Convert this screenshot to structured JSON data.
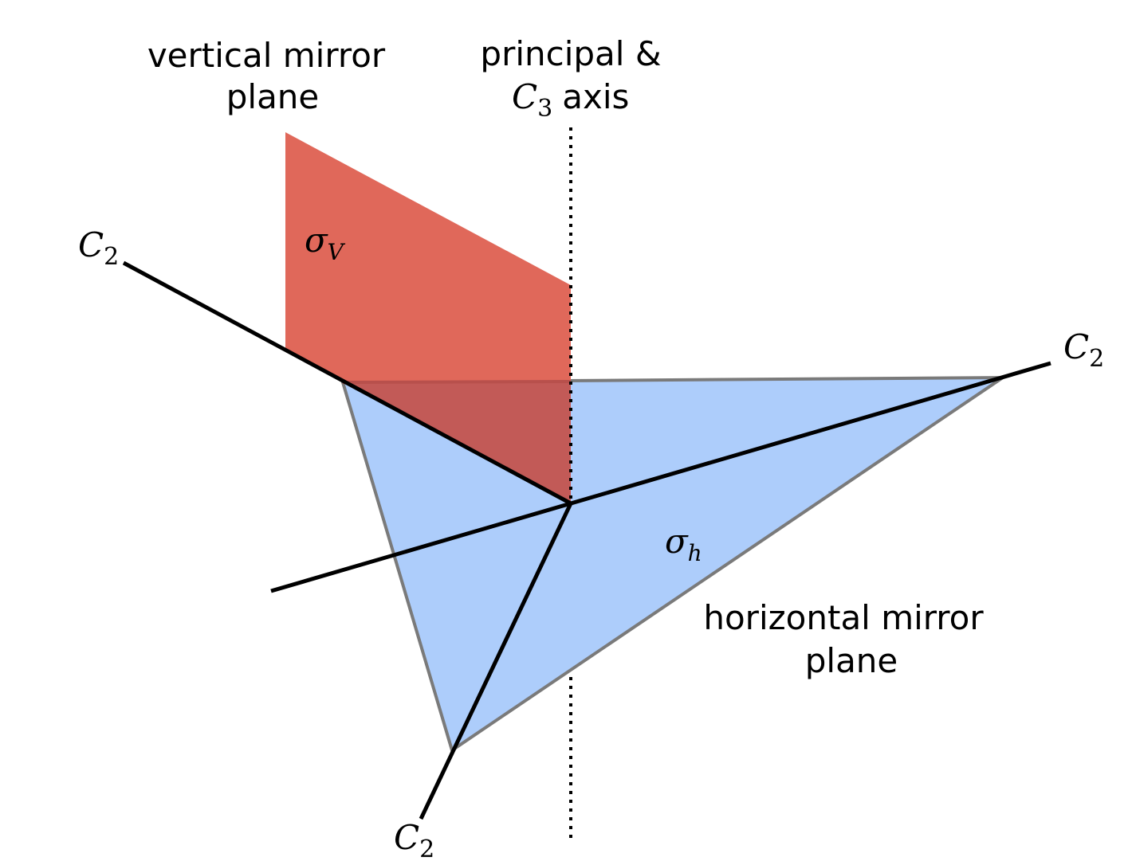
{
  "labels": {
    "vertical_line1": "vertical mirror",
    "vertical_line2": "plane",
    "principal_line1": "principal &",
    "principal_axis_symbol": "C",
    "principal_axis_sub": "3",
    "principal_axis_word": "axis",
    "horizontal_line1": "horizontal  mirror",
    "horizontal_line2": "plane",
    "c2_symbol": "C",
    "c2_sub": "2",
    "sigma_v_symbol": "σ",
    "sigma_v_sub": "V",
    "sigma_h_symbol": "σ",
    "sigma_h_sub": "h"
  },
  "colors": {
    "vertical_plane": "#e0685a",
    "overlap": "#c25a57",
    "horizontal_plane": "#adcdfb",
    "triangle_edge": "#7a7a7a",
    "axes": "#000000"
  }
}
